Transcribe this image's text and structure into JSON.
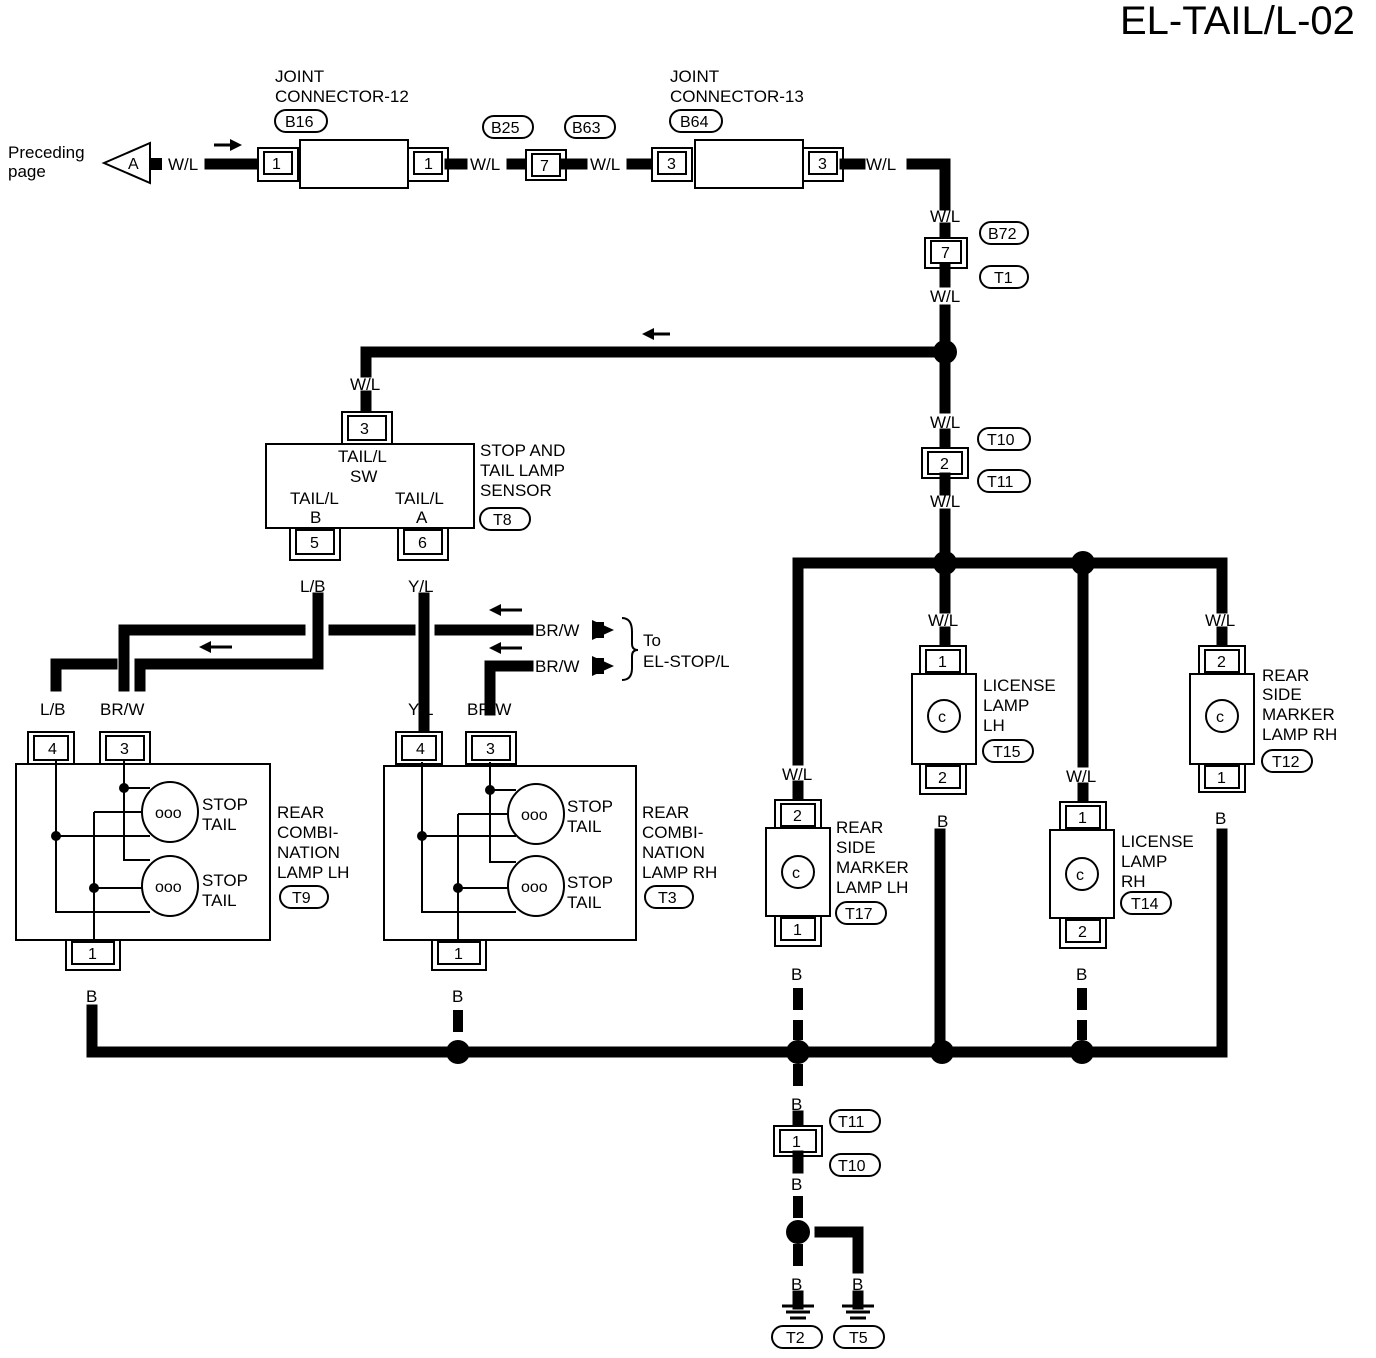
{
  "title": "EL-TAIL/L-02",
  "preceding": {
    "line1": "Preceding",
    "line2": "page",
    "connector": "A",
    "wire": "W/L"
  },
  "joint12": {
    "line1": "JOINT",
    "line2": "CONNECTOR-12",
    "code": "B16",
    "pin_left": "1",
    "pin_right": "1"
  },
  "joint13": {
    "line1": "JOINT",
    "line2": "CONNECTOR-13",
    "code": "B64",
    "pin_left": "3",
    "pin_right": "3"
  },
  "conn_b25_b63": {
    "code_a": "B25",
    "code_b": "B63",
    "pin": "7"
  },
  "conn_b72_t1": {
    "code_a": "B72",
    "code_b": "T1",
    "pin": "7"
  },
  "conn_t10_t11_top": {
    "code_a": "T10",
    "code_b": "T11",
    "pin": "2"
  },
  "conn_t11_t10_bottom": {
    "code_a": "T11",
    "code_b": "T10",
    "pin": "1"
  },
  "wire_colors": {
    "wl": "W/L",
    "lb": "L/B",
    "yl": "Y/L",
    "brw": "BR/W",
    "b": "B"
  },
  "sensor": {
    "line1": "STOP AND",
    "line2": "TAIL LAMP",
    "line3": "SENSOR",
    "code": "T8",
    "sw_line1": "TAIL/L",
    "sw_line2": "SW",
    "b_line1": "TAIL/L",
    "b_line2": "B",
    "a_line1": "TAIL/L",
    "a_line2": "A",
    "pin_top": "3",
    "pin_b": "5",
    "pin_a": "6"
  },
  "to_stop": {
    "line1": "To",
    "line2": "EL-STOP/L"
  },
  "rear_comb_lh": {
    "line1": "REAR",
    "line2": "COMBI-",
    "line3": "NATION",
    "line4": "LAMP LH",
    "code": "T9",
    "pin_a": "4",
    "pin_b": "3",
    "pin_c": "1",
    "stop": "STOP",
    "tail": "TAIL"
  },
  "rear_comb_rh": {
    "line1": "REAR",
    "line2": "COMBI-",
    "line3": "NATION",
    "line4": "LAMP RH",
    "code": "T3",
    "pin_a": "4",
    "pin_b": "3",
    "pin_c": "1",
    "stop": "STOP",
    "tail": "TAIL"
  },
  "side_marker_lh": {
    "line1": "REAR",
    "line2": "SIDE",
    "line3": "MARKER",
    "line4": "LAMP LH",
    "code": "T17",
    "pin_top": "2",
    "pin_bottom": "1"
  },
  "license_lh": {
    "line1": "LICENSE",
    "line2": "LAMP",
    "line3": "LH",
    "code": "T15",
    "pin_top": "1",
    "pin_bottom": "2"
  },
  "license_rh": {
    "line1": "LICENSE",
    "line2": "LAMP",
    "line3": "RH",
    "code": "T14",
    "pin_top": "1",
    "pin_bottom": "2"
  },
  "side_marker_rh": {
    "line1": "REAR",
    "line2": "SIDE",
    "line3": "MARKER",
    "line4": "LAMP RH",
    "code": "T12",
    "pin_top": "2",
    "pin_bottom": "1"
  },
  "grounds": {
    "g1": "T2",
    "g2": "T5"
  }
}
